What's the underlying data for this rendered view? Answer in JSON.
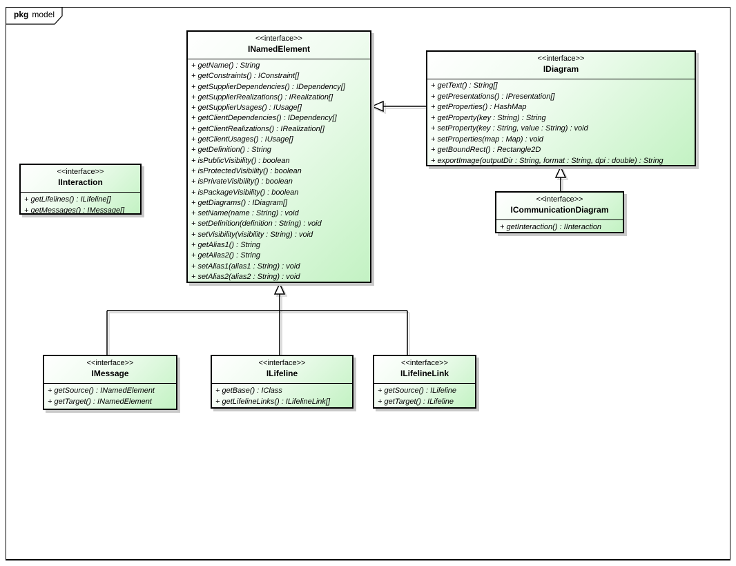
{
  "frame": {
    "keyword": "pkg",
    "name": "model"
  },
  "classes": [
    {
      "stereotype": "<<interface>>",
      "name": "INamedElement",
      "methods": [
        "+ getName() : String",
        "+ getConstraints() : IConstraint[]",
        "+ getSupplierDependencies() : IDependency[]",
        "+ getSupplierRealizations() : IRealization[]",
        "+ getSupplierUsages() : IUsage[]",
        "+ getClientDependencies() : IDependency[]",
        "+ getClientRealizations() : IRealization[]",
        "+ getClientUsages() : IUsage[]",
        "+ getDefinition() : String",
        "+ isPublicVisibility() : boolean",
        "+ isProtectedVisibility() : boolean",
        "+ isPrivateVisibility() : boolean",
        "+ isPackageVisibility() : boolean",
        "+ getDiagrams() : IDiagram[]",
        "+ setName(name : String) : void",
        "+ setDefinition(definition : String) : void",
        "+ setVisibility(visibility : String) : void",
        "+ getAlias1() : String",
        "+ getAlias2() : String",
        "+ setAlias1(alias1 : String) : void",
        "+ setAlias2(alias2 : String) : void"
      ]
    },
    {
      "stereotype": "<<interface>>",
      "name": "IDiagram",
      "methods": [
        "+ getText() : String[]",
        "+ getPresentations() : IPresentation[]",
        "+ getProperties() : HashMap",
        "+ getProperty(key : String) : String",
        "+ setProperty(key : String, value : String) : void",
        "+ setProperties(map : Map) : void",
        "+ getBoundRect() : Rectangle2D",
        "+ exportImage(outputDir : String, format : String, dpi : double) : String"
      ]
    },
    {
      "stereotype": "<<interface>>",
      "name": "IInteraction",
      "methods": [
        "+ getLifelines() : ILifeline[]",
        "+ getMessages() : IMessage[]"
      ]
    },
    {
      "stereotype": "<<interface>>",
      "name": "ICommunicationDiagram",
      "methods": [
        "+ getInteraction() : IInteraction"
      ]
    },
    {
      "stereotype": "<<interface>>",
      "name": "IMessage",
      "methods": [
        "+ getSource() : INamedElement",
        "+ getTarget() : INamedElement"
      ]
    },
    {
      "stereotype": "<<interface>>",
      "name": "ILifeline",
      "methods": [
        "+ getBase() : IClass",
        "+ getLifelineLinks() : ILifelineLink[]"
      ]
    },
    {
      "stereotype": "<<interface>>",
      "name": "ILifelineLink",
      "methods": [
        "+ getSource() : ILifeline",
        "+ getTarget() : ILifeline"
      ]
    }
  ],
  "relations": [
    {
      "type": "generalization",
      "from": "IDiagram",
      "to": "INamedElement"
    },
    {
      "type": "generalization",
      "from": "ICommunicationDiagram",
      "to": "IDiagram"
    },
    {
      "type": "generalization",
      "from": "IMessage",
      "to": "INamedElement"
    },
    {
      "type": "generalization",
      "from": "ILifeline",
      "to": "INamedElement"
    },
    {
      "type": "generalization",
      "from": "ILifelineLink",
      "to": "INamedElement"
    }
  ],
  "colors": {
    "box_border": "#000000",
    "box_gradient_start": "#ffffff",
    "box_gradient_end": "#c3f2c3",
    "shadow": "#c9c9c9"
  }
}
